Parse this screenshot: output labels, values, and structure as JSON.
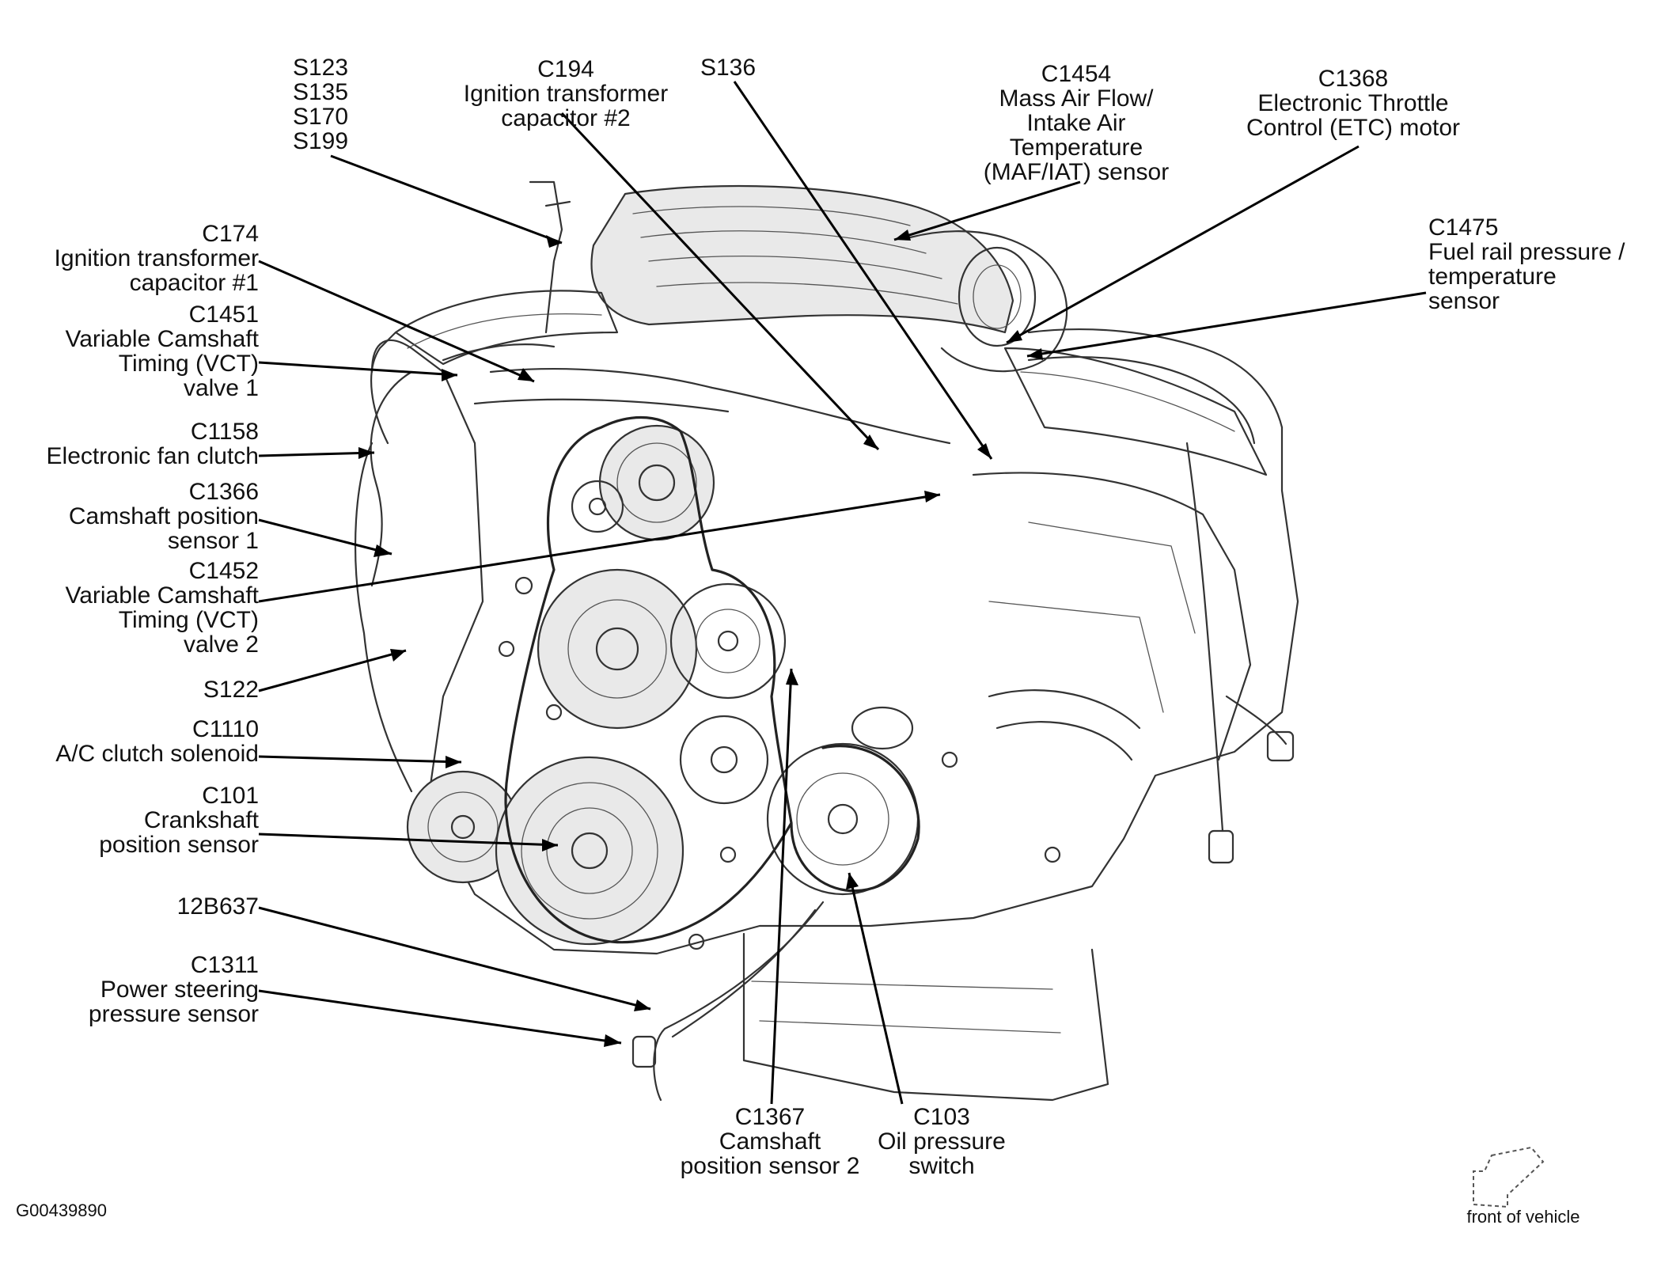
{
  "callouts": {
    "s123_group": [
      "S123",
      "S135",
      "S170",
      "S199"
    ],
    "c194": [
      "C194",
      "Ignition transformer",
      "capacitor #2"
    ],
    "s136": [
      "S136"
    ],
    "c1454": [
      "C1454",
      "Mass Air Flow/",
      "Intake Air",
      "Temperature",
      "(MAF/IAT) sensor"
    ],
    "c1368": [
      "C1368",
      "Electronic Throttle",
      "Control (ETC) motor"
    ],
    "c174": [
      "C174",
      "Ignition transformer",
      "capacitor #1"
    ],
    "c1475": [
      "C1475",
      "Fuel rail pressure /",
      "temperature",
      "sensor"
    ],
    "c1451": [
      "C1451",
      "Variable Camshaft",
      "Timing (VCT)",
      "valve 1"
    ],
    "c1158": [
      "C1158",
      "Electronic fan clutch"
    ],
    "c1366": [
      "C1366",
      "Camshaft position",
      "sensor 1"
    ],
    "c1452": [
      "C1452",
      "Variable Camshaft",
      "Timing (VCT)",
      "valve 2"
    ],
    "s122": [
      "S122"
    ],
    "c1110": [
      "C1110",
      "A/C clutch solenoid"
    ],
    "c101": [
      "C101",
      "Crankshaft",
      "position sensor"
    ],
    "b12b637": [
      "12B637"
    ],
    "c1311": [
      "C1311",
      "Power steering",
      "pressure sensor"
    ],
    "c1367": [
      "C1367",
      "Camshaft",
      "position sensor 2"
    ],
    "c103": [
      "C103",
      "Oil pressure",
      "switch"
    ]
  },
  "figure_id": "G00439890",
  "orientation_label": "front of vehicle"
}
